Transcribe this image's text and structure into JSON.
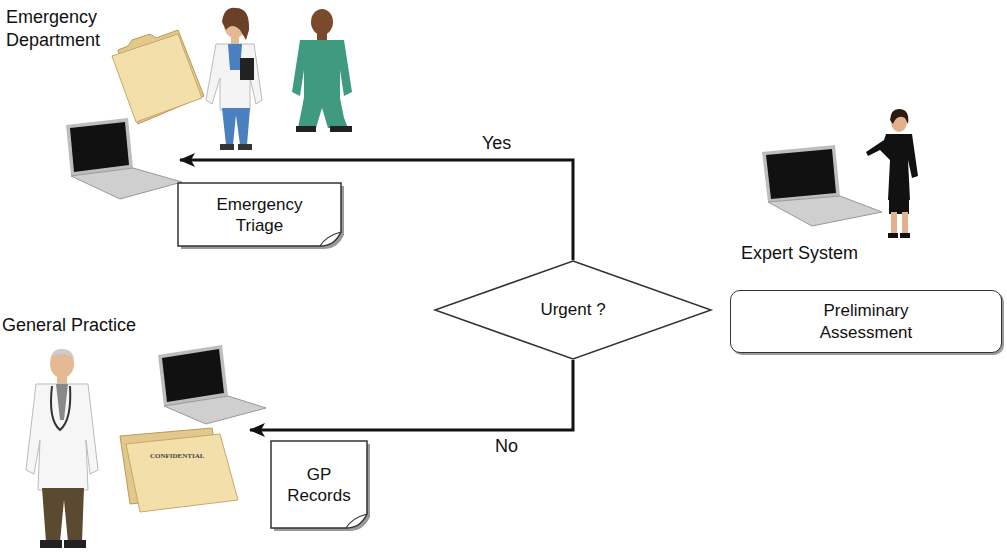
{
  "diagram": {
    "nodes": [
      {
        "text": [
          "Emergency Department"
        ]
      },
      {
        "text": [
          "Emergency Triage"
        ]
      },
      {
        "text": [
          "Urgent ?"
        ]
      },
      {
        "text": [
          "Preliminary Assessment"
        ]
      },
      {
        "text": [
          "General Practice"
        ]
      },
      {
        "text": [
          "GP Records"
        ]
      }
    ],
    "edges": [
      {
        "from": 2,
        "to": 0,
        "label": "Yes",
        "arrow": "to"
      },
      {
        "from": 2,
        "to": 4,
        "label": "No",
        "arrow": "to"
      }
    ],
    "labels": [
      "Expert System",
      "CONFIDENTIAL"
    ]
  }
}
